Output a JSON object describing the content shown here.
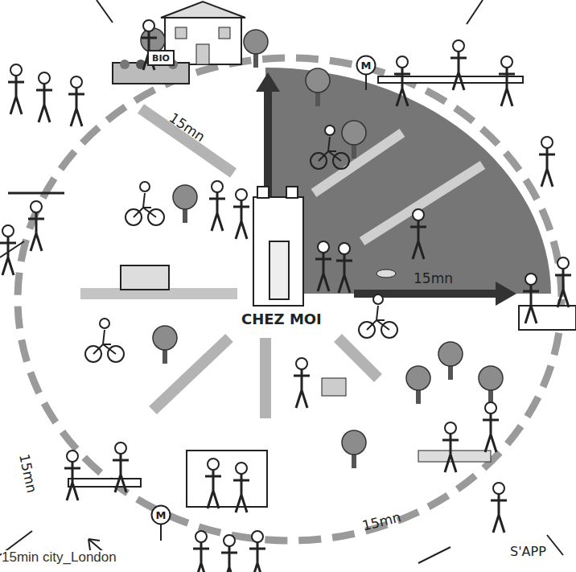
{
  "diagram": {
    "caption": "15min city_London",
    "nodes": [
      {
        "text": [
          "BIO"
        ]
      },
      {
        "text": [
          "M"
        ]
      },
      {
        "text": [
          "M"
        ]
      }
    ],
    "labels": [
      "15mn",
      "15mn",
      "CHEZ MOI",
      "15mn",
      "15mn",
      "S'APP"
    ]
  }
}
